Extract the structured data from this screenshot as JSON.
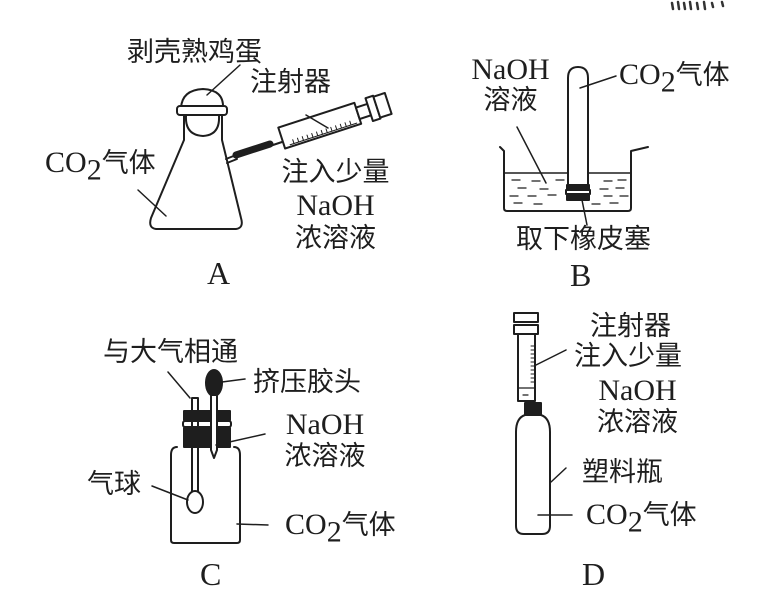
{
  "panels": {
    "A": {
      "letter": "A",
      "labels": {
        "egg": "剥壳熟鸡蛋",
        "syringe": "注射器",
        "gas_prefix": "CO",
        "gas_sub": "2",
        "gas_suffix": "气体",
        "inject_line1": "注入少量",
        "inject_line2": "NaOH",
        "inject_line3": "浓溶液"
      }
    },
    "B": {
      "letter": "B",
      "labels": {
        "solution_line1": "NaOH",
        "solution_line2": "溶液",
        "gas_prefix": "CO",
        "gas_sub": "2",
        "gas_suffix": "气体",
        "stopper": "取下橡皮塞"
      }
    },
    "C": {
      "letter": "C",
      "labels": {
        "vent": "与大气相通",
        "dropper": "挤压胶头",
        "solution_line1": "NaOH",
        "solution_line2": "浓溶液",
        "balloon": "气球",
        "gas_prefix": "CO",
        "gas_sub": "2",
        "gas_suffix": "气体"
      }
    },
    "D": {
      "letter": "D",
      "labels": {
        "syringe": "注射器",
        "inject_line1": "注入少量",
        "inject_line2": "NaOH",
        "inject_line3": "浓溶液",
        "bottle": "塑料瓶",
        "gas_prefix": "CO",
        "gas_sub": "2",
        "gas_suffix": "气体"
      }
    }
  },
  "colors": {
    "ink": "#1e1e1e",
    "background": "#ffffff"
  }
}
